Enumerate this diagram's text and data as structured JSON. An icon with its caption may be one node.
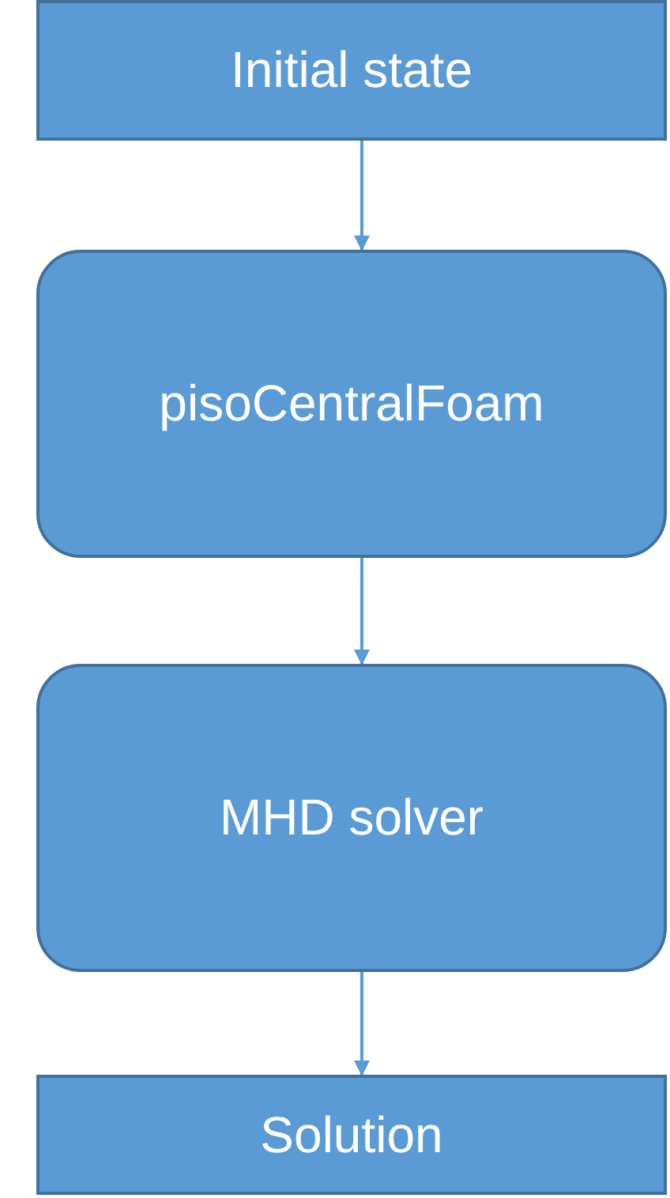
{
  "diagram": {
    "nodes": [
      {
        "text": [
          "Initial state"
        ]
      },
      {
        "text": [
          "pisoCentralFoam"
        ]
      },
      {
        "text": [
          "MHD solver"
        ]
      },
      {
        "text": [
          "Solution"
        ]
      }
    ],
    "edges": [
      {
        "from": 0,
        "to": 1,
        "arrow": "to"
      },
      {
        "from": 1,
        "to": 2,
        "arrow": "to"
      },
      {
        "from": 2,
        "to": 3,
        "arrow": "to"
      }
    ]
  }
}
